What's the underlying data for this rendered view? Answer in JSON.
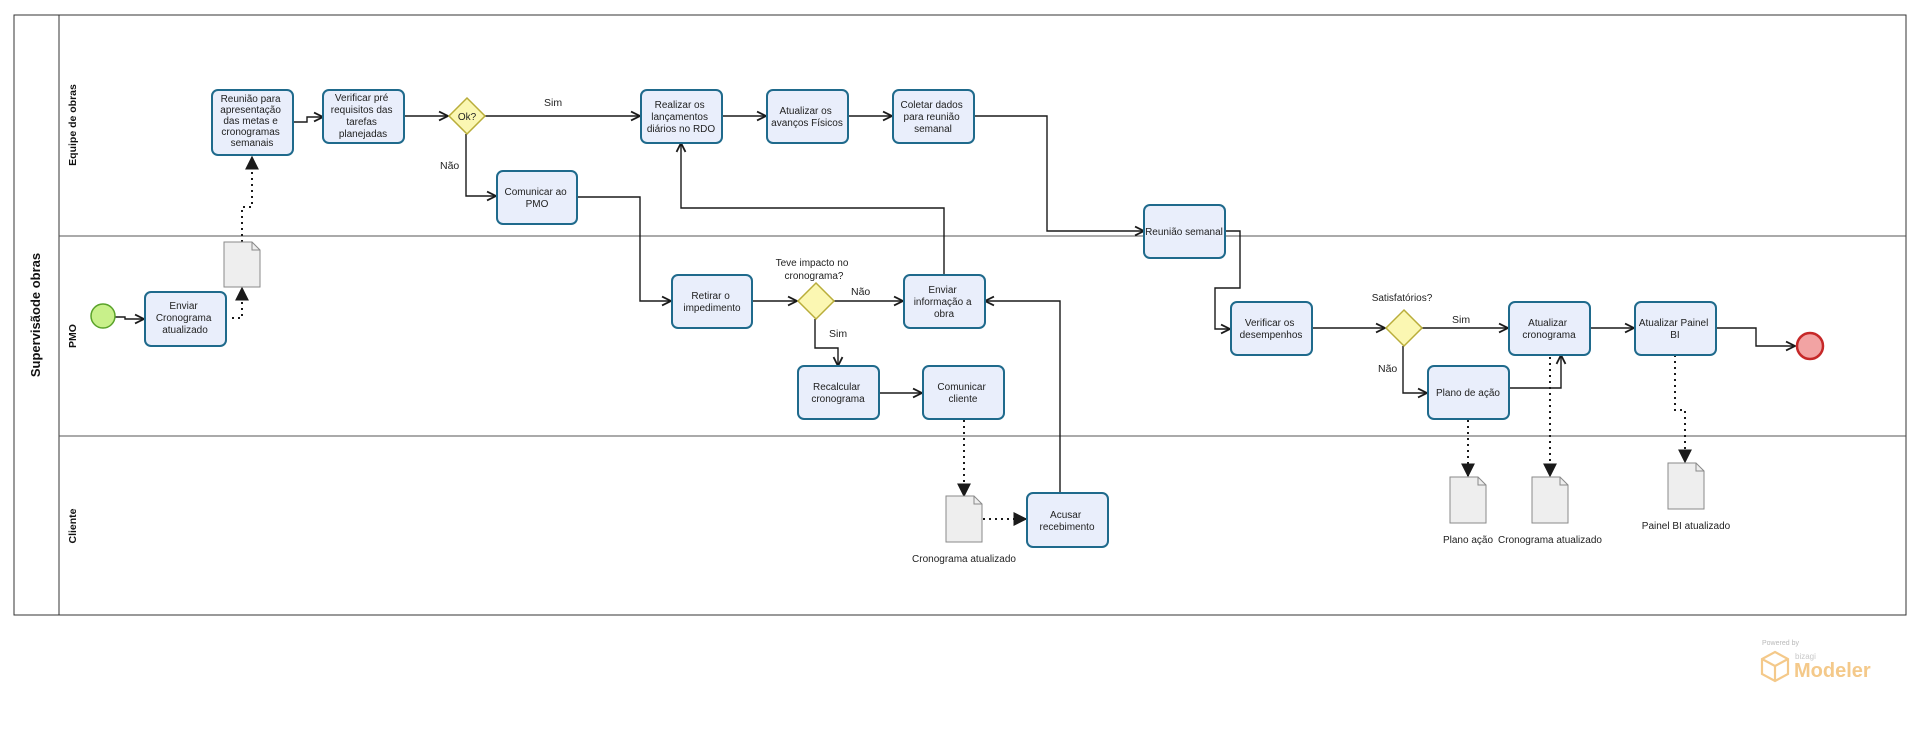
{
  "pool": {
    "title": "Supervisãode obras"
  },
  "lanes": [
    {
      "id": "equipe",
      "label": "Equipe de obras"
    },
    {
      "id": "pmo",
      "label": "PMO"
    },
    {
      "id": "cliente",
      "label": "Cliente"
    }
  ],
  "tasks": [
    {
      "id": "enviar_crono",
      "lines": [
        "Enviar",
        "Cronograma",
        "atualizado"
      ]
    },
    {
      "id": "reuniao_apres",
      "lines": [
        "Reunião para",
        "apresentação",
        "das metas e",
        "cronogramas",
        "semanais"
      ]
    },
    {
      "id": "verificar_pre",
      "lines": [
        "Verificar pré",
        "requisitos das",
        "tarefas",
        "planejadas"
      ]
    },
    {
      "id": "comunicar_pmo",
      "lines": [
        "Comunicar ao",
        "PMO"
      ]
    },
    {
      "id": "realizar_rdo",
      "lines": [
        "Realizar os",
        "lançamentos",
        "diários no RDO"
      ]
    },
    {
      "id": "atualizar_avancos",
      "lines": [
        "Atualizar os",
        "avanços Físicos"
      ]
    },
    {
      "id": "coletar_dados",
      "lines": [
        "Coletar dados",
        "para reunião",
        "semanal"
      ]
    },
    {
      "id": "retirar_imped",
      "lines": [
        "Retirar o",
        "impedimento"
      ]
    },
    {
      "id": "enviar_info",
      "lines": [
        "Enviar",
        "informação a",
        "obra"
      ]
    },
    {
      "id": "recalcular",
      "lines": [
        "Recalcular",
        "cronograma"
      ]
    },
    {
      "id": "comunicar_cliente",
      "lines": [
        "Comunicar",
        "cliente"
      ]
    },
    {
      "id": "acusar",
      "lines": [
        "Acusar",
        "recebimento"
      ]
    },
    {
      "id": "reuniao_semanal",
      "lines": [
        "Reunião semanal"
      ]
    },
    {
      "id": "verificar_desemp",
      "lines": [
        "Verificar os",
        "desempenhos"
      ]
    },
    {
      "id": "plano_acao",
      "lines": [
        "Plano de ação"
      ]
    },
    {
      "id": "atualizar_crono",
      "lines": [
        "Atualizar",
        "cronograma"
      ]
    },
    {
      "id": "atualizar_painel",
      "lines": [
        "Atualizar Painel",
        "BI"
      ]
    }
  ],
  "gateways": [
    {
      "id": "ok",
      "label": "Ok?"
    },
    {
      "id": "impacto",
      "label_lines": [
        "Teve impacto no",
        "cronograma?"
      ]
    },
    {
      "id": "satisf",
      "label": "Satisfatórios?"
    }
  ],
  "edge_labels": {
    "ok_sim": "Sim",
    "ok_nao": "Não",
    "impacto_nao": "Não",
    "impacto_sim": "Sim",
    "satisf_sim": "Sim",
    "satisf_nao": "Não"
  },
  "documents": [
    {
      "id": "doc_pmo",
      "label": ""
    },
    {
      "id": "doc_cliente",
      "label": "Cronograma atualizado"
    },
    {
      "id": "doc_plano",
      "label": "Plano ação"
    },
    {
      "id": "doc_crono",
      "label": "Cronograma atualizado"
    },
    {
      "id": "doc_painel",
      "label": "Painel BI atualizado"
    }
  ],
  "watermark": {
    "powered": "Powered by",
    "brand": "bizagi",
    "product": "Modeler"
  },
  "colors": {
    "task_fill": "#e9eefb",
    "task_stroke": "#1f6a8c",
    "gateway_fill": "#fbf7b2",
    "gateway_stroke": "#b9ad3a",
    "start_fill": "#c8f08a",
    "start_stroke": "#5aa32a",
    "end_fill": "#f2a3a3",
    "end_stroke": "#c62828",
    "watermark": "#f4c98a"
  }
}
